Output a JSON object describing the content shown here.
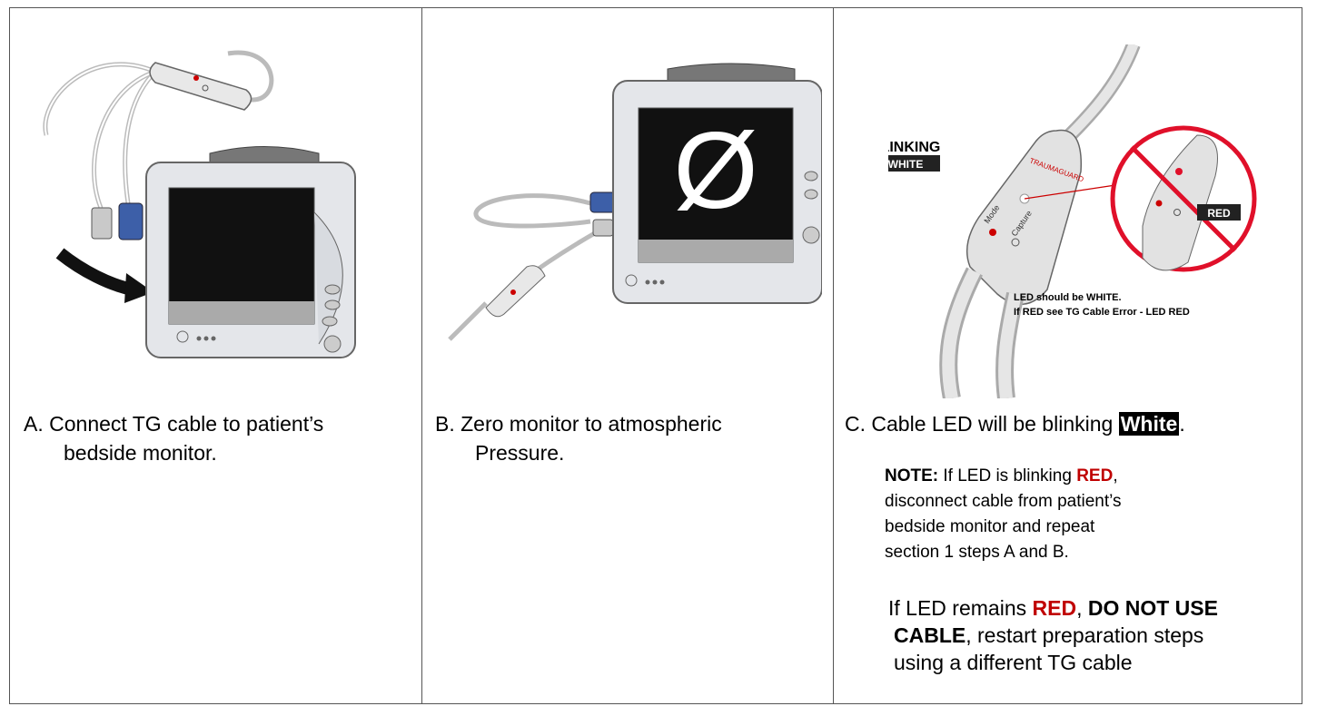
{
  "panels": [
    {
      "caption_line1": "A.  Connect TG cable to patient’s",
      "caption_line2": "bedside monitor."
    },
    {
      "caption_line1": "B.  Zero monitor to atmospheric",
      "caption_line2": "Pressure.",
      "screen_symbol": "Ø"
    },
    {
      "caption_prefix": "C. Cable LED will be blinking ",
      "caption_highlight": "White",
      "caption_suffix": ".",
      "figure": {
        "blinking_label": "BLINKING",
        "white_label": "WHITE",
        "red_label": "RED",
        "brand_text": "TRAUMAGUARD",
        "mode_label": "Mode",
        "capture_label": "Capture",
        "led_note_1": "LED should be WHITE.",
        "led_note_2": "If RED see TG Cable Error - LED RED"
      },
      "note": {
        "label": "NOTE:",
        "text1": " If LED is blinking ",
        "red_word": "RED",
        "text2": ",",
        "line2": "disconnect cable from patient’s",
        "line3": "bedside monitor and repeat",
        "line4": "section 1 steps A and B."
      },
      "warning": {
        "text1": "If LED remains ",
        "red_word": "RED",
        "text2": ", ",
        "bold1": "DO NOT USE",
        "bold2": "CABLE",
        "text3": ", restart preparation steps",
        "line3": "using a different TG cable"
      }
    }
  ],
  "colors": {
    "accent_red": "#c00000",
    "monitor_body": "#e4e6ea",
    "monitor_screen": "#111111",
    "connector_blue": "#3d5fa8"
  }
}
